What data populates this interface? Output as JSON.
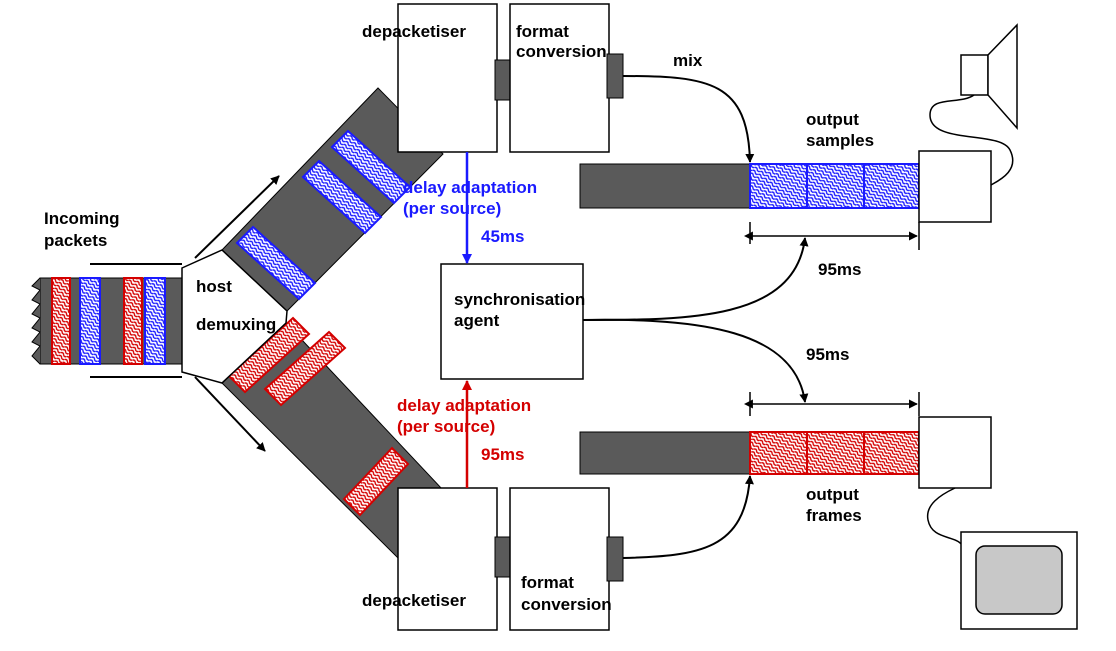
{
  "labels": {
    "incoming_line1": "Incoming",
    "incoming_line2": "packets",
    "host_line1": "host",
    "host_line2": "demuxing",
    "depacketiser_top": "depacketiser",
    "format_top_line1": "format",
    "format_top_line2": "conversion",
    "mix": "mix",
    "output_samples_line1": "output",
    "output_samples_line2": "samples",
    "delay_top_line1": "delay adaptation",
    "delay_top_line2": "(per source)",
    "delay_top_value": "45ms",
    "sync_line1": "synchronisation",
    "sync_line2": "agent",
    "samples_delay": "95ms",
    "sync_to_frames": "95ms",
    "delay_bottom_line1": "delay adaptation",
    "delay_bottom_line2": "(per source)",
    "delay_bottom_value": "95ms",
    "output_frames_line1": "output",
    "output_frames_line2": "frames",
    "depacketiser_bottom": "depacketiser",
    "format_bottom_line1": "format",
    "format_bottom_line2": "conversion"
  },
  "colors": {
    "audio": "#1a1aff",
    "video": "#d40000",
    "buffer": "#5a5a5a",
    "ink": "#000000",
    "screen": "#c8c8c8"
  },
  "icons": {
    "speaker": "speaker-icon",
    "monitor": "monitor-icon"
  }
}
